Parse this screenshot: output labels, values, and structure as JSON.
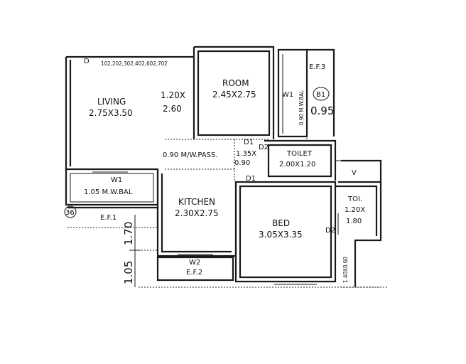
{
  "header_code": "D",
  "flat_numbers": "102,202,302,402,602,702",
  "rooms": {
    "living": {
      "name": "LIVING",
      "size": "2.75X3.50"
    },
    "passage_size": {
      "line1": "1.20X",
      "line2": "2.60"
    },
    "passage": "0.90 M/W.PASS.",
    "room": {
      "name": "ROOM",
      "size": "2.45X2.75"
    },
    "mw_bal_top": "0.90  M.W.BAL",
    "ef3": "E.F.3",
    "wing_badge": "B1",
    "wing_value": "0.95",
    "w1_top": "W1",
    "d1_top": "D1",
    "d2_top": "D2",
    "mid_size": {
      "line1": "1.35X",
      "line2": "0.90"
    },
    "toilet": {
      "name": "TOILET",
      "size": "2.00X1.20"
    },
    "d1_bed": "D1",
    "v": "V",
    "w1_left": "W1",
    "mw_bal_left": "1.05  M.W.BAL",
    "kitchen": {
      "name": "KITCHEN",
      "size": "2.30X2.75"
    },
    "toi": {
      "name": "TOI.",
      "size_line1": "1.20X",
      "size_line2": "1.80"
    },
    "bed": {
      "name": "BED",
      "size": "3.05X3.35"
    },
    "d2_bed": "D2",
    "ef1": "E.F.1",
    "left_badge": "36",
    "w2": "W2",
    "ef2": "E.F.2",
    "window_small": "1.40X0.60",
    "dim_upper": "1.70",
    "dim_lower": "1.05"
  }
}
